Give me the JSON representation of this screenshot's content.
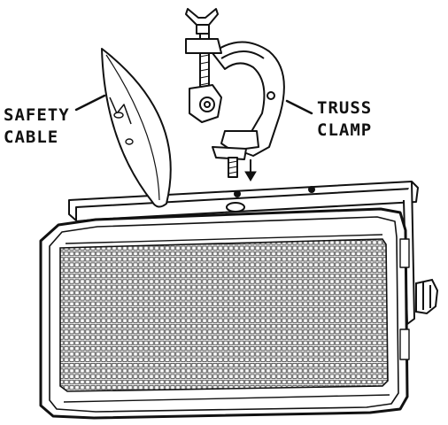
{
  "labels": {
    "safety_cable": {
      "line1": "SAFETY",
      "line2": "CABLE"
    },
    "truss_clamp": {
      "line1": "TRUSS",
      "line2": "CLAMP"
    }
  },
  "colors": {
    "ink": "#111111",
    "paper": "#ffffff"
  },
  "icons": [
    "wing-nut-icon",
    "arrow-down-icon"
  ]
}
